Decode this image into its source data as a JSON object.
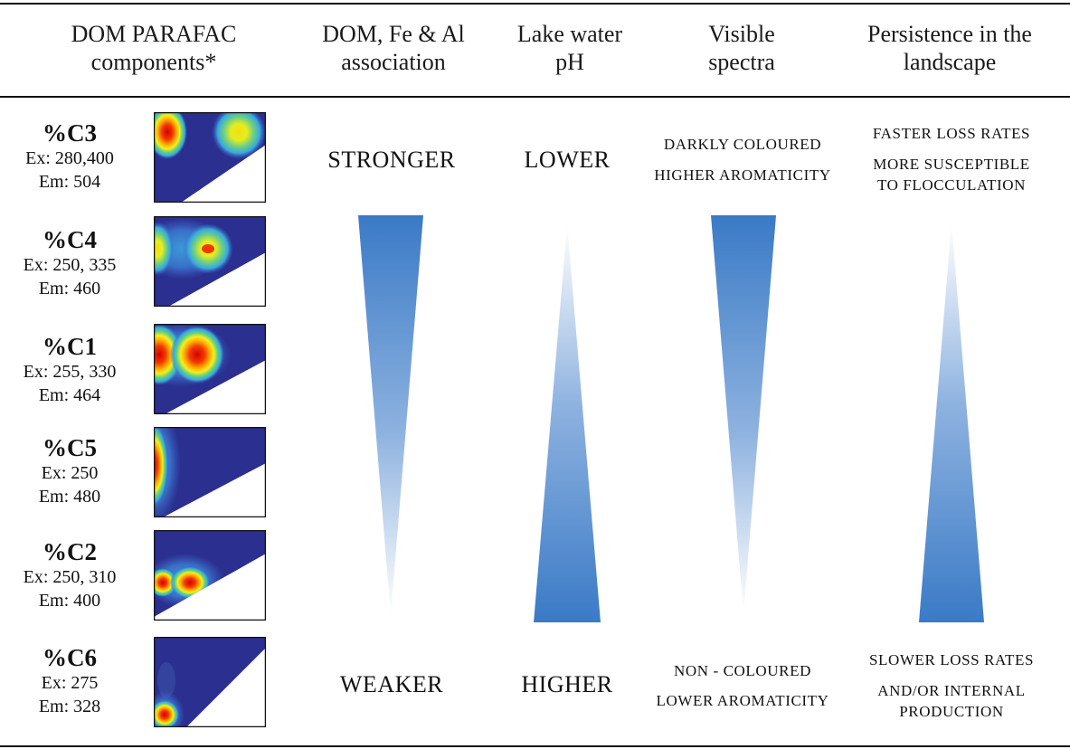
{
  "headers": {
    "components": [
      "DOM PARAFAC",
      "components*"
    ],
    "association": [
      "DOM, Fe & Al",
      "association"
    ],
    "ph": [
      "Lake water",
      "pH"
    ],
    "spectra": [
      "Visible",
      "spectra"
    ],
    "persistence": [
      "Persistence in the",
      "landscape"
    ]
  },
  "components": [
    {
      "name": "%C3",
      "ex": "Ex: 280,400",
      "em": "Em: 504"
    },
    {
      "name": "%C4",
      "ex": "Ex: 250, 335",
      "em": "Em: 460"
    },
    {
      "name": "%C1",
      "ex": "Ex: 255, 330",
      "em": "Em: 464"
    },
    {
      "name": "%C5",
      "ex": "Ex: 250",
      "em": "Em: 480"
    },
    {
      "name": "%C2",
      "ex": "Ex: 250, 310",
      "em": "Em: 400"
    },
    {
      "name": "%C6",
      "ex": "Ex: 275",
      "em": "Em: 328"
    }
  ],
  "association": {
    "top": "STRONGER",
    "bottom": "WEAKER"
  },
  "ph": {
    "top": "LOWER",
    "bottom": "HIGHER"
  },
  "spectra": {
    "top": [
      "DARKLY COLOURED",
      "HIGHER AROMATICITY"
    ],
    "bottom": [
      "NON - COLOURED",
      "LOWER AROMATICITY"
    ]
  },
  "persistence": {
    "top": [
      "FASTER LOSS RATES",
      "MORE SUSCEPTIBLE",
      "TO FLOCCULATION"
    ],
    "bottom": [
      "SLOWER LOSS RATES",
      "AND/OR INTERNAL",
      "PRODUCTION"
    ]
  },
  "colors": {
    "eem_background": "#2b2f8f",
    "gradient": "#3a7ac6"
  }
}
